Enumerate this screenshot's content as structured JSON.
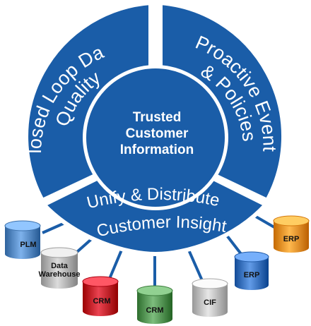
{
  "center": {
    "lines": [
      "Trusted",
      "Customer",
      "Information"
    ]
  },
  "segments": {
    "left": {
      "lines": [
        "Closed Loop Data",
        "Quality"
      ]
    },
    "right": {
      "lines": [
        "Proactive Events",
        "& Policies"
      ]
    },
    "bottom": {
      "lines": [
        "Unify & Distribute",
        "Customer Insight"
      ]
    }
  },
  "databases": [
    {
      "id": "plm",
      "label_lines": [
        "PLM"
      ],
      "color": "#5b8fc9"
    },
    {
      "id": "data-warehouse",
      "label_lines": [
        "Data",
        "Warehouse"
      ],
      "color": "#b9b9b9"
    },
    {
      "id": "crm-red",
      "label_lines": [
        "CRM"
      ],
      "color": "#c8202e"
    },
    {
      "id": "crm-green",
      "label_lines": [
        "CRM"
      ],
      "color": "#5a9a5a"
    },
    {
      "id": "cif",
      "label_lines": [
        "CIF"
      ],
      "color": "#c4c4c4"
    },
    {
      "id": "erp-blue",
      "label_lines": [
        "ERP"
      ],
      "color": "#3f78c4"
    },
    {
      "id": "erp-orange",
      "label_lines": [
        "ERP"
      ],
      "color": "#f2962b"
    }
  ],
  "colors": {
    "ring": "#1a5da8",
    "divider": "#ffffff",
    "connector": "#1a5da8"
  }
}
